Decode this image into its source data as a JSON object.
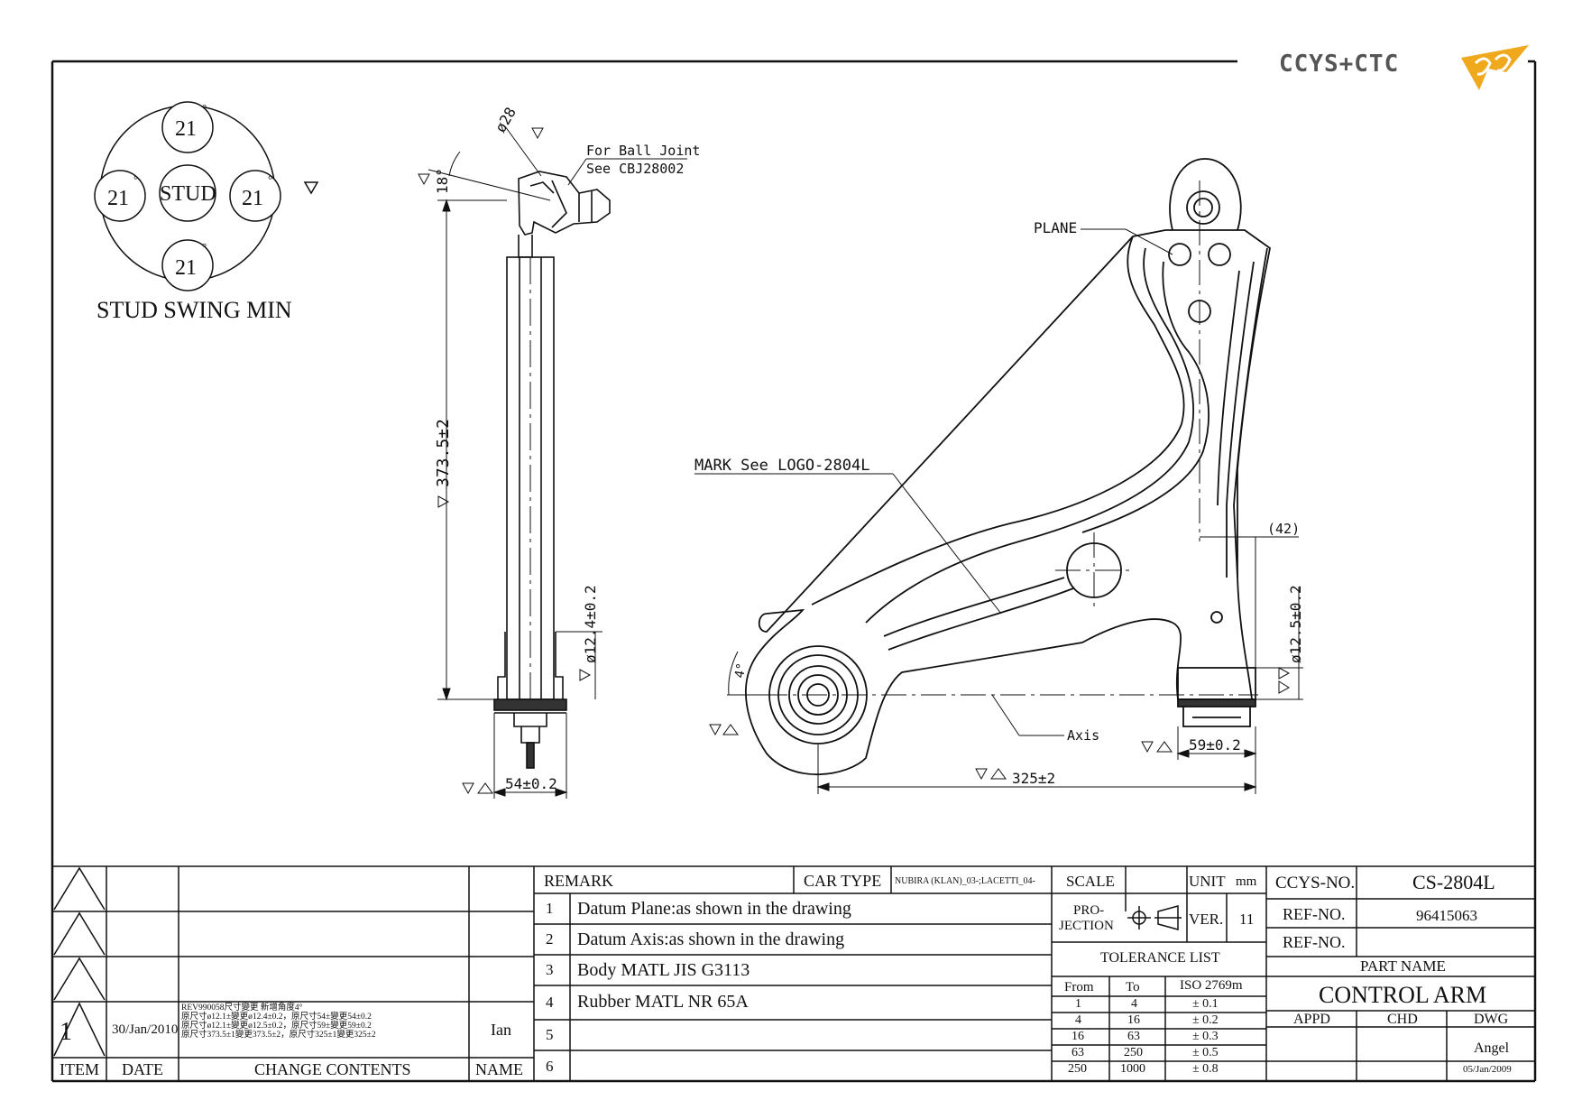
{
  "logo": {
    "text": "CCYS+CTC",
    "brand_color": "#f0a81c"
  },
  "swing": {
    "title": "STUD SWING MIN",
    "center": "STUD",
    "angles": [
      "21",
      "21",
      "21",
      "21"
    ],
    "degree_mark": "°"
  },
  "callouts": {
    "ball_joint_1": "For Ball Joint",
    "ball_joint_2": "See CBJ28002",
    "plane": "PLANE",
    "mark": "MARK See LOGO-2804L",
    "axis": "Axis"
  },
  "dims": {
    "d28": "ø28",
    "angle18": "18°",
    "len_373": "373.5±2",
    "d12_4": "ø12.4±0.2",
    "w54": "54±0.2",
    "d42": "(42)",
    "d12_5": "ø12.5±0.2",
    "w59": "59±0.2",
    "len_325": "325±2",
    "angle4": "4°"
  },
  "revision": {
    "row": {
      "item": "1",
      "date": "30/Jan/2010",
      "contents": [
        "REV990058尺寸變更 新增角度4°",
        "原尺寸ø12.1±變更ø12.4±0.2，原尺寸54±變更54±0.2",
        "原尺寸ø12.1±變更ø12.5±0.2，原尺寸59±變更59±0.2",
        "原尺寸373.5±1變更373.5±2，原尺寸325±1變更325±2"
      ],
      "name": "Ian"
    },
    "headers": {
      "item": "ITEM",
      "date": "DATE",
      "contents": "CHANGE CONTENTS",
      "name": "NAME"
    }
  },
  "remarks": {
    "title": "REMARK",
    "items": [
      {
        "num": "1",
        "text": "Datum Plane:as shown in the drawing"
      },
      {
        "num": "2",
        "text": "Datum Axis:as shown in the drawing"
      },
      {
        "num": "3",
        "text": "Body MATL JIS G3113"
      },
      {
        "num": "4",
        "text": "Rubber MATL NR 65A"
      },
      {
        "num": "5",
        "text": ""
      },
      {
        "num": "6",
        "text": ""
      }
    ]
  },
  "car_type": {
    "label": "CAR TYPE",
    "value": "NUBIRA (KLAN)_03-;LACETTI_04-"
  },
  "scale": {
    "label": "SCALE",
    "value": ""
  },
  "unit": {
    "label": "UNIT",
    "value": "mm"
  },
  "projection": {
    "label_1": "PRO-",
    "label_2": "JECTION"
  },
  "version": {
    "label": "VER.",
    "value": "11"
  },
  "tolerance": {
    "title": "TOLERANCE LIST",
    "headers": [
      "From",
      "To",
      "ISO 2769m"
    ],
    "rows": [
      [
        "1",
        "4",
        "± 0.1"
      ],
      [
        "4",
        "16",
        "± 0.2"
      ],
      [
        "16",
        "63",
        "± 0.3"
      ],
      [
        "63",
        "250",
        "± 0.5"
      ],
      [
        "250",
        "1000",
        "± 0.8"
      ]
    ]
  },
  "title_block": {
    "ccys_label": "CCYS-NO.",
    "ccys_value": "CS-2804L",
    "ref1_label": "REF-NO.",
    "ref1_value": "96415063",
    "ref2_label": "REF-NO.",
    "ref2_value": "",
    "part_name_label": "PART NAME",
    "part_name": "CONTROL ARM",
    "appd": "APPD",
    "chd": "CHD",
    "dwg": "DWG",
    "drawer": "Angel",
    "drawn_date": "05/Jan/2009"
  }
}
